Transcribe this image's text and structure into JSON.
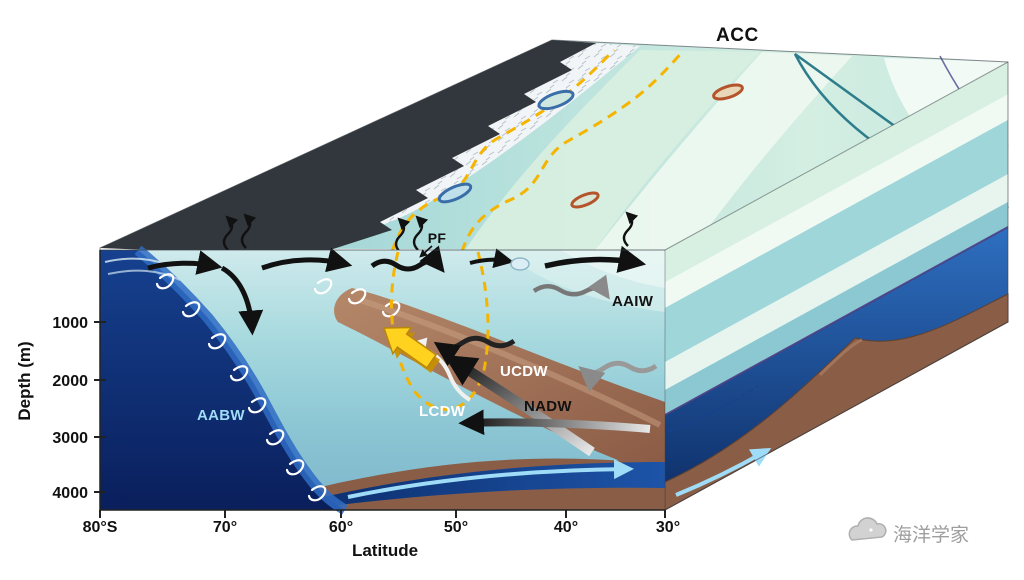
{
  "figure": {
    "type": "southern-ocean-overturning-schematic",
    "region_labels": {
      "acc": "ACC",
      "pf": "PF",
      "aaiw": "AAIW",
      "ucdw": "UCDW",
      "lcdw": "LCDW",
      "nadw": "NADW",
      "aabw": "AABW"
    },
    "axes": {
      "depth": {
        "label": "Depth (m)",
        "ticks": [
          "1000",
          "2000",
          "3000",
          "4000"
        ]
      },
      "latitude": {
        "label": "Latitude",
        "ticks": [
          "80°S",
          "70°",
          "60°",
          "50°",
          "40°",
          "30°"
        ]
      }
    },
    "watermark": {
      "text": "海洋学家"
    },
    "colors": {
      "surface_teal": "#a8d8dc",
      "front_band_mint": "#d8f0e0",
      "deep_navy": "#0d2a6e",
      "mid_blue": "#2f6cc4",
      "seafloor_brown": "#8a5d47",
      "upwelling_brown": "#a5765c",
      "acc_front_yellow": "#f4b400",
      "aabw_cyan": "#9fdcf8",
      "eddy_warm": "#b5532a",
      "eddy_cold": "#3a6ea8"
    }
  }
}
